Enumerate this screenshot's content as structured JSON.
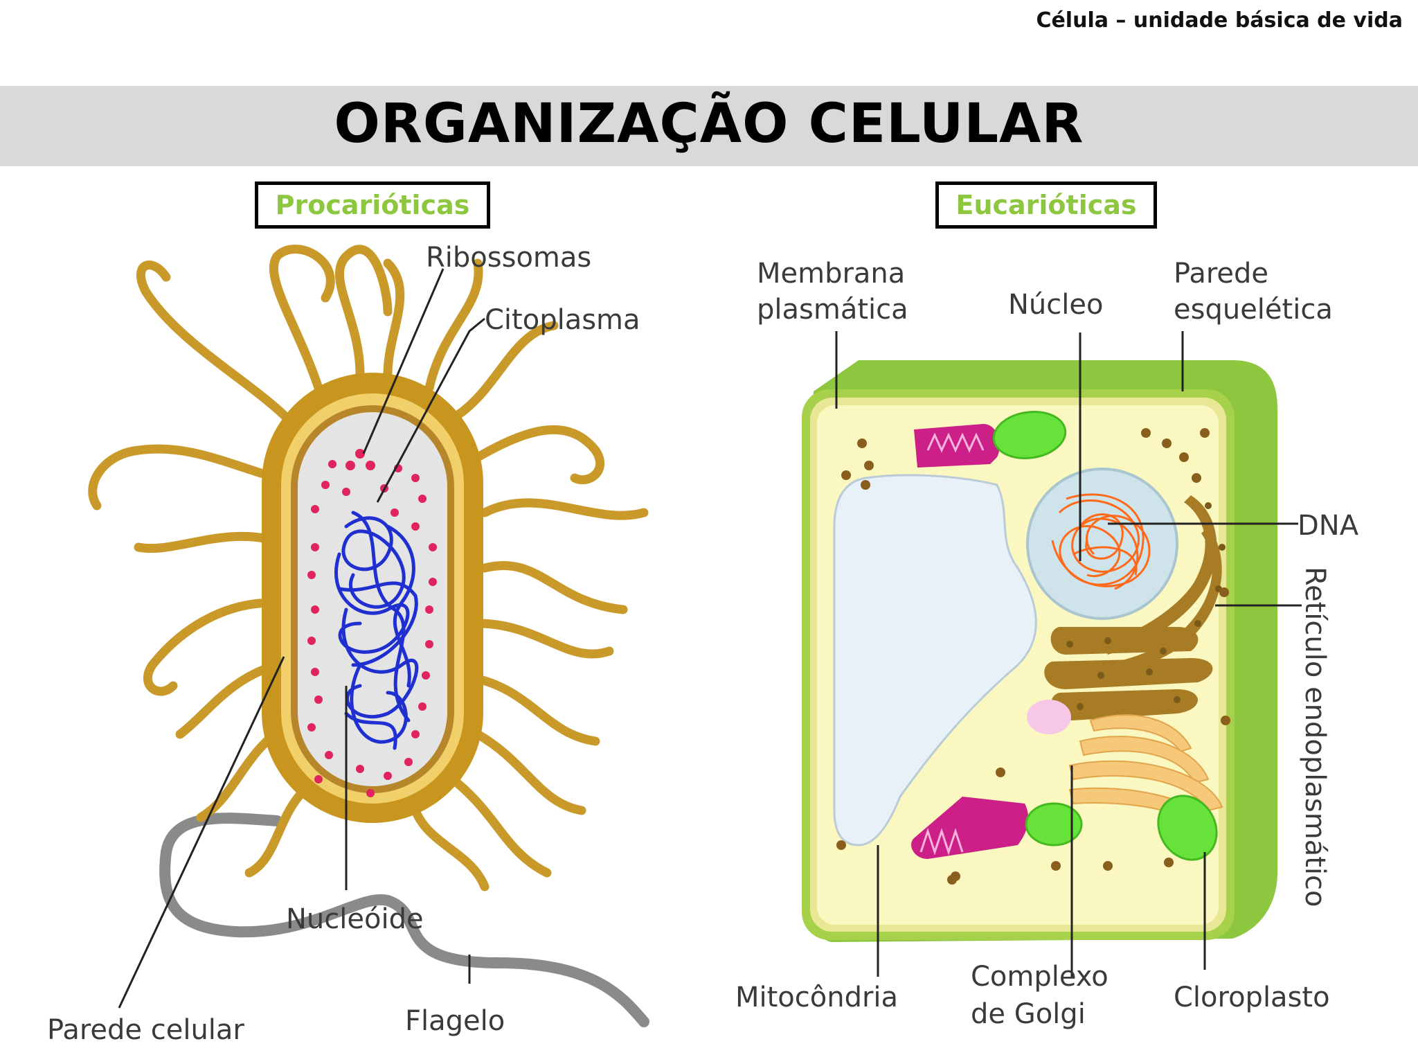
{
  "header": {
    "subtitle": "Célula – unidade básica de vida"
  },
  "title": "ORGANIZAÇÃO CELULAR",
  "sections": {
    "prokaryotic": "Procarióticas",
    "eukaryotic": "Eucarióticas"
  },
  "prokaryotic_labels": {
    "ribosomes": "Ribossomas",
    "cytoplasm": "Citoplasma",
    "nucleoid": "Nucleóide",
    "cell_wall": "Parede celular",
    "flagellum": "Flagelo"
  },
  "eukaryotic_labels": {
    "membrane_line1": "Membrana",
    "membrane_line2": "plasmática",
    "nucleus": "Núcleo",
    "wall_line1": "Parede",
    "wall_line2": "esquelética",
    "dna": "DNA",
    "er": "Retículo endoplasmático",
    "mitochondria": "Mitocôndria",
    "golgi_line1": "Complexo",
    "golgi_line2": "de Golgi",
    "chloroplast": "Cloroplasto"
  },
  "colors": {
    "title_band": "#d9d9d9",
    "section_text": "#8dc63f",
    "bacterium_outer": "#c8961e",
    "bacterium_capsule": "#f2d069",
    "cytoplasm_bacterium": "#e4e4e4",
    "ribosome_dot": "#e0245e",
    "nucleoid": "#1f2fd0",
    "flagellum": "#888888",
    "plant_wall": "#8dc63f",
    "plant_cytoplasm": "#fbf7c0",
    "vacuole": "#e8f1f8",
    "nucleus": "#cfe3ea",
    "dna": "#ff6a1a",
    "chloroplast": "#66e23a",
    "mitochondria": "#cc1f87",
    "golgi": "#f5c87a",
    "er": "#a87c25"
  }
}
